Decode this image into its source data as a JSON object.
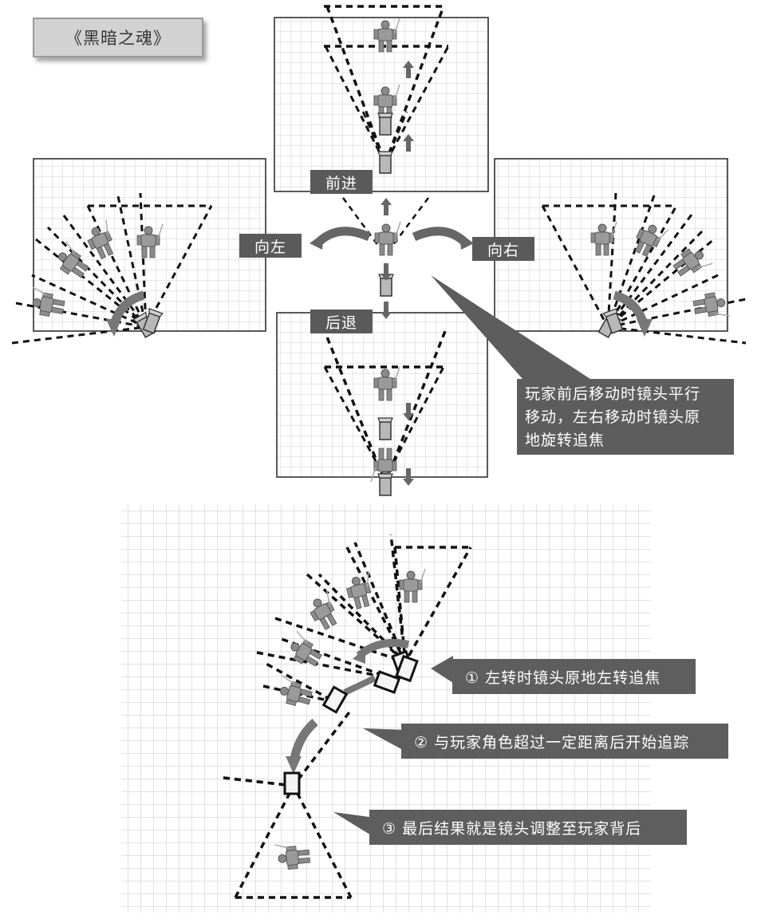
{
  "title": "《黑暗之魂》",
  "labels": {
    "forward": "前进",
    "left": "向左",
    "right": "向右",
    "back": "后退"
  },
  "note": {
    "lines": [
      "玩家前后移动时镜头平行",
      "移动，左右移动时镜头原",
      "地旋转追焦"
    ]
  },
  "steps": [
    "① 左转时镜头原地左转追焦",
    "② 与玩家角色超过一定距离后开始追踪",
    "③ 最后结果就是镜头调整至玩家背后"
  ],
  "colors": {
    "grid": "#c8c8c8",
    "label_bg": "#5a5a5a",
    "arrow": "#6a6a6a",
    "camera": "#b5b5b5"
  },
  "icons": [
    "character-figure",
    "camera-icon",
    "curved-arrow",
    "straight-arrow"
  ]
}
